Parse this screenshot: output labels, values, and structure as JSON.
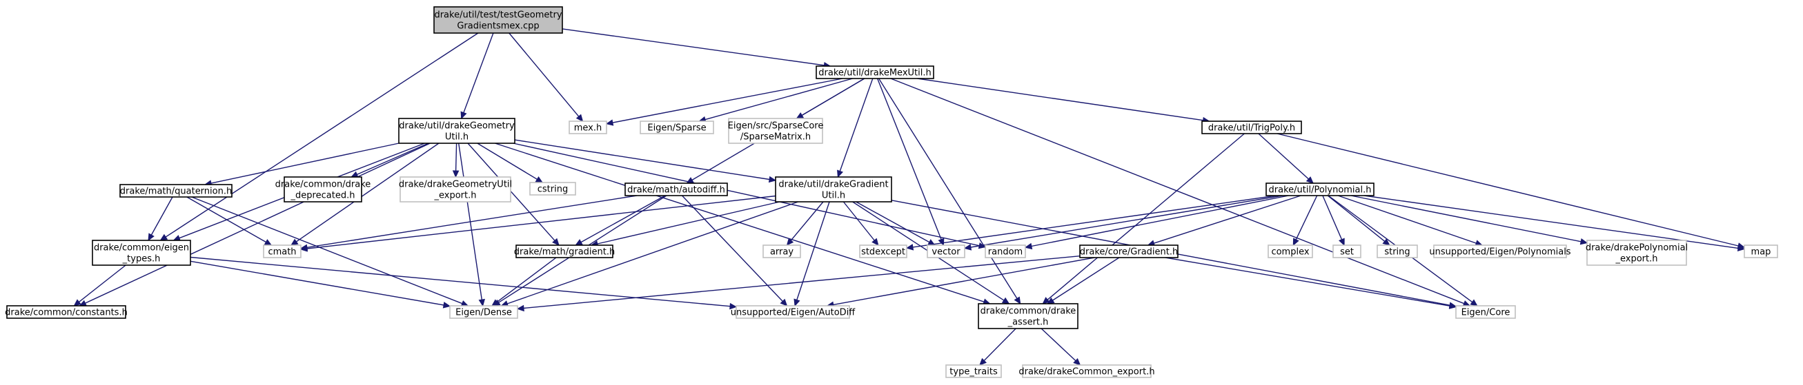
{
  "diagram": {
    "type": "include-dependency-graph",
    "colors": {
      "edge": "#191970",
      "internal_border": "#000000",
      "external_border": "#bfbfbf",
      "root_fill": "#bfbfbf"
    },
    "nodes": [
      {
        "id": "root",
        "kind": "root",
        "lines": [
          "drake/util/test/testGeometry",
          "Gradientsmex.cpp"
        ]
      },
      {
        "id": "mexutil",
        "kind": "internal",
        "lines": [
          "drake/util/drakeMexUtil.h"
        ]
      },
      {
        "id": "geomutil",
        "kind": "internal",
        "lines": [
          "drake/util/drakeGeometry",
          "Util.h"
        ]
      },
      {
        "id": "mex",
        "kind": "external",
        "lines": [
          "mex.h"
        ]
      },
      {
        "id": "eigensparse",
        "kind": "external",
        "lines": [
          "Eigen/Sparse"
        ]
      },
      {
        "id": "sparsematrix",
        "kind": "external",
        "lines": [
          "Eigen/src/SparseCore",
          "/SparseMatrix.h"
        ]
      },
      {
        "id": "trigpoly",
        "kind": "internal",
        "lines": [
          "drake/util/TrigPoly.h"
        ]
      },
      {
        "id": "quaternion",
        "kind": "internal",
        "lines": [
          "drake/math/quaternion.h"
        ]
      },
      {
        "id": "deprecated",
        "kind": "internal",
        "lines": [
          "drake/common/drake",
          "_deprecated.h"
        ]
      },
      {
        "id": "geomexport",
        "kind": "external",
        "lines": [
          "drake/drakeGeometryUtil",
          "_export.h"
        ]
      },
      {
        "id": "cstring",
        "kind": "external",
        "lines": [
          "cstring"
        ]
      },
      {
        "id": "autodiff",
        "kind": "internal",
        "lines": [
          "drake/math/autodiff.h"
        ]
      },
      {
        "id": "gradutil",
        "kind": "internal",
        "lines": [
          "drake/util/drakeGradient",
          "Util.h"
        ]
      },
      {
        "id": "polynomial",
        "kind": "internal",
        "lines": [
          "drake/util/Polynomial.h"
        ]
      },
      {
        "id": "eigentypes",
        "kind": "internal",
        "lines": [
          "drake/common/eigen",
          "_types.h"
        ]
      },
      {
        "id": "cmath",
        "kind": "external",
        "lines": [
          "cmath"
        ]
      },
      {
        "id": "mathgradient",
        "kind": "internal",
        "lines": [
          "drake/math/gradient.h"
        ]
      },
      {
        "id": "array",
        "kind": "external",
        "lines": [
          "array"
        ]
      },
      {
        "id": "stdexcept",
        "kind": "external",
        "lines": [
          "stdexcept"
        ]
      },
      {
        "id": "vector",
        "kind": "external",
        "lines": [
          "vector"
        ]
      },
      {
        "id": "random",
        "kind": "external",
        "lines": [
          "random"
        ]
      },
      {
        "id": "coregradient",
        "kind": "internal",
        "lines": [
          "drake/core/Gradient.h"
        ]
      },
      {
        "id": "complex",
        "kind": "external",
        "lines": [
          "complex"
        ]
      },
      {
        "id": "set",
        "kind": "external",
        "lines": [
          "set"
        ]
      },
      {
        "id": "string",
        "kind": "external",
        "lines": [
          "string"
        ]
      },
      {
        "id": "unsuppoly",
        "kind": "external",
        "lines": [
          "unsupported/Eigen/Polynomials"
        ]
      },
      {
        "id": "polyexport",
        "kind": "external",
        "lines": [
          "drake/drakePolynomial",
          "_export.h"
        ]
      },
      {
        "id": "map",
        "kind": "external",
        "lines": [
          "map"
        ]
      },
      {
        "id": "constants",
        "kind": "internal",
        "lines": [
          "drake/common/constants.h"
        ]
      },
      {
        "id": "eigendense",
        "kind": "external",
        "lines": [
          "Eigen/Dense"
        ]
      },
      {
        "id": "unsupautodiff",
        "kind": "external",
        "lines": [
          "unsupported/Eigen/AutoDiff"
        ]
      },
      {
        "id": "drakeassert",
        "kind": "internal",
        "lines": [
          "drake/common/drake",
          "_assert.h"
        ]
      },
      {
        "id": "eigencore",
        "kind": "external",
        "lines": [
          "Eigen/Core"
        ]
      },
      {
        "id": "typetraits",
        "kind": "external",
        "lines": [
          "type_traits"
        ]
      },
      {
        "id": "commonexport",
        "kind": "external",
        "lines": [
          "drake/drakeCommon_export.h"
        ]
      }
    ],
    "edges": [
      [
        "root",
        "mexutil"
      ],
      [
        "root",
        "geomutil"
      ],
      [
        "root",
        "mex"
      ],
      [
        "root",
        "eigentypes"
      ],
      [
        "mexutil",
        "mex"
      ],
      [
        "mexutil",
        "eigensparse"
      ],
      [
        "mexutil",
        "sparsematrix"
      ],
      [
        "mexutil",
        "trigpoly"
      ],
      [
        "mexutil",
        "autodiff"
      ],
      [
        "mexutil",
        "gradutil"
      ],
      [
        "mexutil",
        "vector"
      ],
      [
        "mexutil",
        "drakeassert"
      ],
      [
        "mexutil",
        "eigencore"
      ],
      [
        "geomutil",
        "quaternion"
      ],
      [
        "geomutil",
        "deprecated"
      ],
      [
        "geomutil",
        "geomexport"
      ],
      [
        "geomutil",
        "cstring"
      ],
      [
        "geomutil",
        "gradutil"
      ],
      [
        "geomutil",
        "eigentypes"
      ],
      [
        "geomutil",
        "cmath"
      ],
      [
        "geomutil",
        "mathgradient"
      ],
      [
        "geomutil",
        "random"
      ],
      [
        "geomutil",
        "constants"
      ],
      [
        "geomutil",
        "eigendense"
      ],
      [
        "geomutil",
        "drakeassert"
      ],
      [
        "quaternion",
        "eigentypes"
      ],
      [
        "quaternion",
        "cmath"
      ],
      [
        "quaternion",
        "eigendense"
      ],
      [
        "autodiff",
        "cmath"
      ],
      [
        "autodiff",
        "mathgradient"
      ],
      [
        "autodiff",
        "eigendense"
      ],
      [
        "autodiff",
        "unsupautodiff"
      ],
      [
        "gradutil",
        "cmath"
      ],
      [
        "gradutil",
        "mathgradient"
      ],
      [
        "gradutil",
        "array"
      ],
      [
        "gradutil",
        "stdexcept"
      ],
      [
        "gradutil",
        "vector"
      ],
      [
        "gradutil",
        "eigendense"
      ],
      [
        "gradutil",
        "unsupautodiff"
      ],
      [
        "gradutil",
        "drakeassert"
      ],
      [
        "gradutil",
        "eigencore"
      ],
      [
        "trigpoly",
        "polynomial"
      ],
      [
        "trigpoly",
        "drakeassert"
      ],
      [
        "trigpoly",
        "map"
      ],
      [
        "polynomial",
        "stdexcept"
      ],
      [
        "polynomial",
        "vector"
      ],
      [
        "polynomial",
        "random"
      ],
      [
        "polynomial",
        "coregradient"
      ],
      [
        "polynomial",
        "complex"
      ],
      [
        "polynomial",
        "set"
      ],
      [
        "polynomial",
        "string"
      ],
      [
        "polynomial",
        "unsuppoly"
      ],
      [
        "polynomial",
        "polyexport"
      ],
      [
        "polynomial",
        "map"
      ],
      [
        "polynomial",
        "eigencore"
      ],
      [
        "eigentypes",
        "constants"
      ],
      [
        "eigentypes",
        "eigendense"
      ],
      [
        "eigentypes",
        "unsupautodiff"
      ],
      [
        "mathgradient",
        "eigendense"
      ],
      [
        "coregradient",
        "eigendense"
      ],
      [
        "coregradient",
        "unsupautodiff"
      ],
      [
        "coregradient",
        "drakeassert"
      ],
      [
        "coregradient",
        "eigencore"
      ],
      [
        "drakeassert",
        "typetraits"
      ],
      [
        "drakeassert",
        "commonexport"
      ]
    ]
  }
}
